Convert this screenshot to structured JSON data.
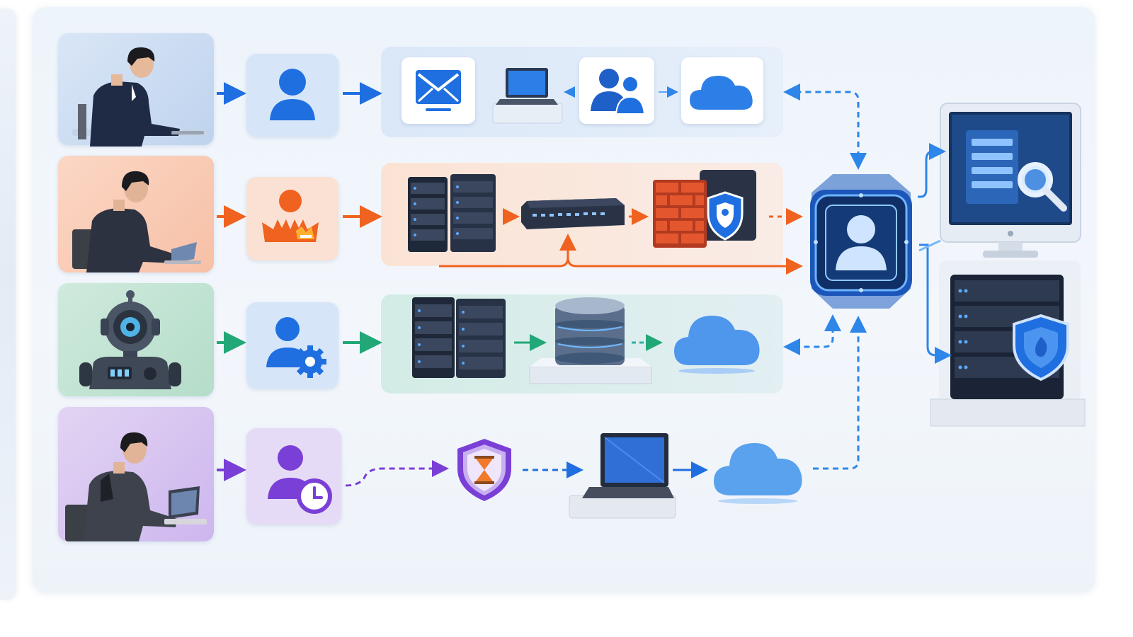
{
  "colors": {
    "blue": "#1f6fe0",
    "orange": "#f0621f",
    "green": "#22a878",
    "purple": "#7a3fd6",
    "hub": "#123d7a"
  },
  "rows": [
    {
      "actor": "person-at-desk",
      "icon": "user-icon",
      "steps": [
        "envelope-icon",
        "laptop-icon",
        "user-group-icon",
        "cloud-icon"
      ]
    },
    {
      "actor": "person-with-laptop",
      "icon": "admin-crown-icon",
      "steps": [
        "server-rack-icon",
        "network-switch-icon",
        "firewall-icon"
      ]
    },
    {
      "actor": "robot",
      "icon": "user-gear-icon",
      "steps": [
        "server-rack-icon",
        "database-icon",
        "cloud-icon"
      ]
    },
    {
      "actor": "person-with-laptop",
      "icon": "user-clock-icon",
      "steps": [
        "shield-hourglass-icon",
        "laptop-icon",
        "cloud-icon"
      ]
    }
  ],
  "hub": {
    "icon": "identity-hub-icon"
  },
  "targets": [
    "monitor-search-icon",
    "server-shield-icon"
  ]
}
